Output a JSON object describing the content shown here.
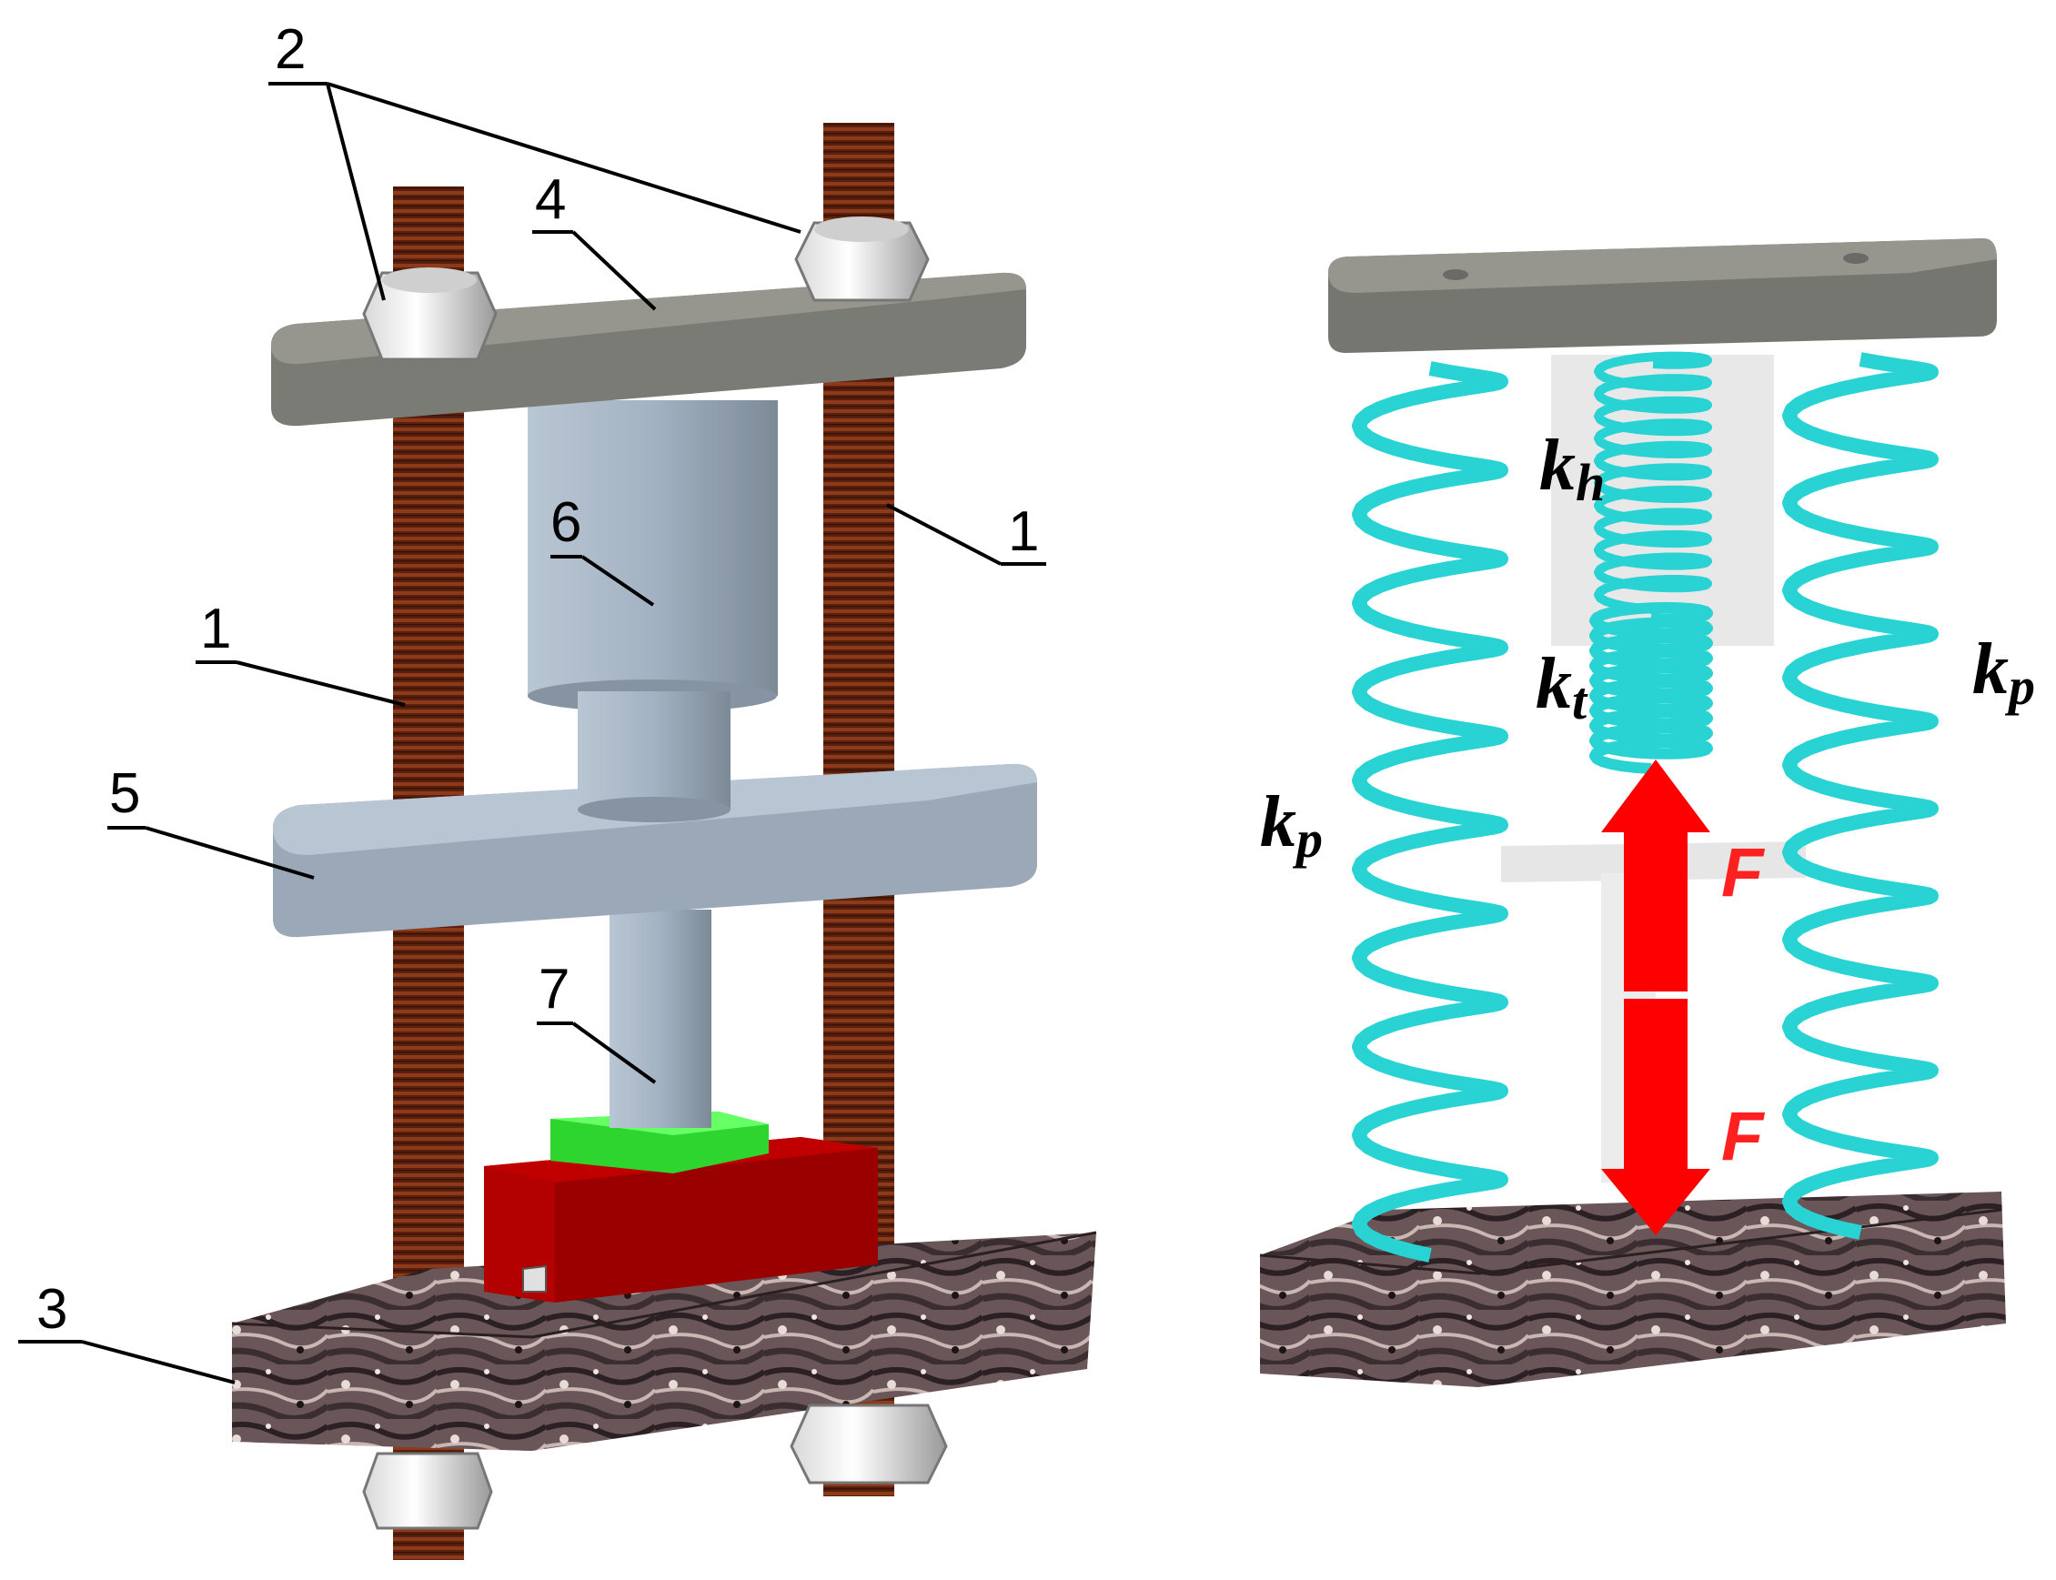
{
  "callouts": {
    "nuts": "2",
    "top_plate": "4",
    "rod_right": "1",
    "cylinder_upper": "6",
    "rod_left": "1",
    "middle_plate": "5",
    "piston_rod": "7",
    "base": "3"
  },
  "spring_model": {
    "kh_main": "k",
    "kh_sub": "h",
    "kt_main": "k",
    "kt_sub": "t",
    "kp_right_main": "k",
    "kp_right_sub": "p",
    "kp_left_main": "k",
    "kp_left_sub": "p",
    "force_top": "F",
    "force_bottom": "F"
  },
  "colors": {
    "rod": "#6b2a14",
    "plate": "#8a8a85",
    "steel": "#9fb0c0",
    "spring": "#2ad3d3",
    "sample_block": "#9b0000",
    "sample_pad": "#33dd33",
    "force_arrow": "#ff0000"
  }
}
